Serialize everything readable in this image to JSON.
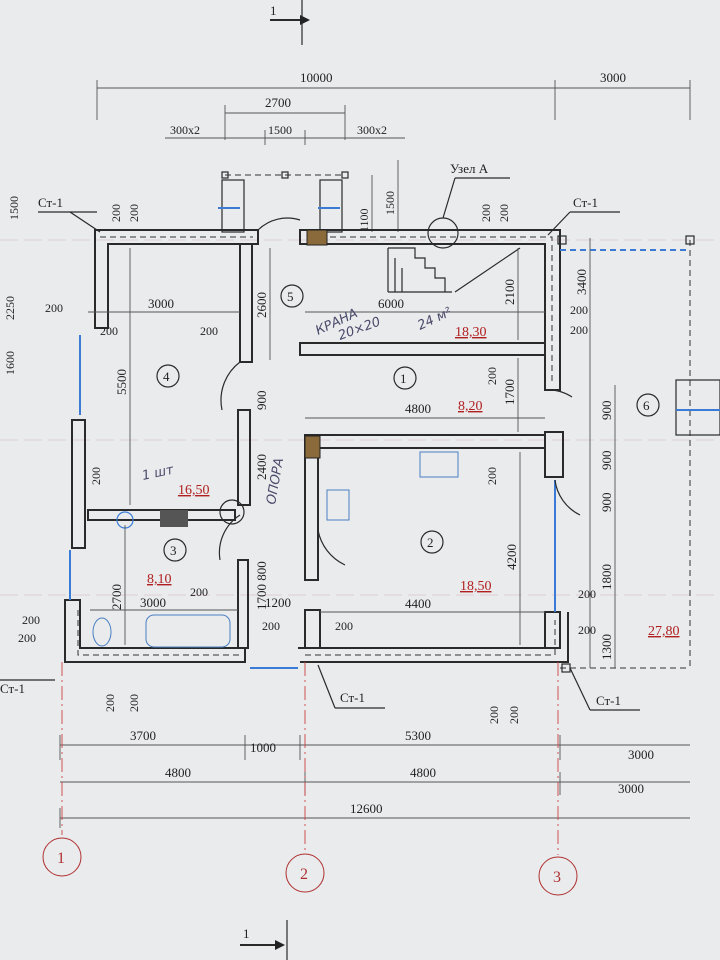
{
  "section_mark": "1",
  "node_label": "Узел А",
  "overall_dims": {
    "top_total": "10000",
    "top_right": "3000",
    "top_inner": "2700",
    "top_left_x2": "300x2",
    "top_mid": "1500",
    "top_right_x2": "300x2",
    "bottom_total": "12600"
  },
  "small_dims": {
    "d1500_left": "1500",
    "d2250": "2250",
    "d1100": "1100",
    "d1500_right": "1500",
    "d1600": "1600"
  },
  "wall_labels": {
    "tl": "Ст-1",
    "tr": "Ст-1",
    "bl": "Ст-1",
    "bm": "Ст-1",
    "br": "Ст-1"
  },
  "rooms": [
    {
      "num": "1",
      "area": "8,20"
    },
    {
      "num": "2",
      "area": "18,50"
    },
    {
      "num": "3",
      "area": "8,10"
    },
    {
      "num": "4",
      "area": "16,50"
    },
    {
      "num": "5",
      "area": "18,30"
    },
    {
      "num": "6",
      "area": "27,80"
    }
  ],
  "room_dims": {
    "r4_w": "3000",
    "r4_h": "5500",
    "r5_w": "6000",
    "r5_h": "2100",
    "r5_side": "2600",
    "r1_w": "4800",
    "r1_h": "1700",
    "r3_w": "3000",
    "r3_h": "2700",
    "r2_w": "4400",
    "r2_h": "4200",
    "d900a": "900",
    "d2400": "2400",
    "d900b": "900",
    "d900c": "900",
    "d1800": "1800",
    "d1300": "1300",
    "d3400": "3400",
    "d900r": "900",
    "d900r2": "900",
    "d1700_800": "1700 800",
    "d1200": "1200"
  },
  "wall_thickness": [
    "200",
    "200",
    "200",
    "200",
    "200",
    "200",
    "200",
    "200",
    "200",
    "200",
    "200",
    "200",
    "200",
    "200",
    "200",
    "200",
    "200",
    "200",
    "200",
    "200",
    "200",
    "200",
    "200",
    "200",
    "200",
    "200"
  ],
  "bottom_dims": {
    "a": "3700",
    "b": "1000",
    "c": "5300",
    "d": "3000",
    "e": "4800",
    "f": "4800",
    "g": "3000"
  },
  "axes": [
    "1",
    "2",
    "3"
  ],
  "handwritten": {
    "crane": "КРАНА",
    "crane_size": "20×20",
    "area_note": "24 м²",
    "count": "1 шт",
    "support": "ОПОРА"
  },
  "colors": {
    "wall": "#2a2a2a",
    "axis": "#c44444",
    "window": "#3a7bd5",
    "area": "#b02020"
  }
}
